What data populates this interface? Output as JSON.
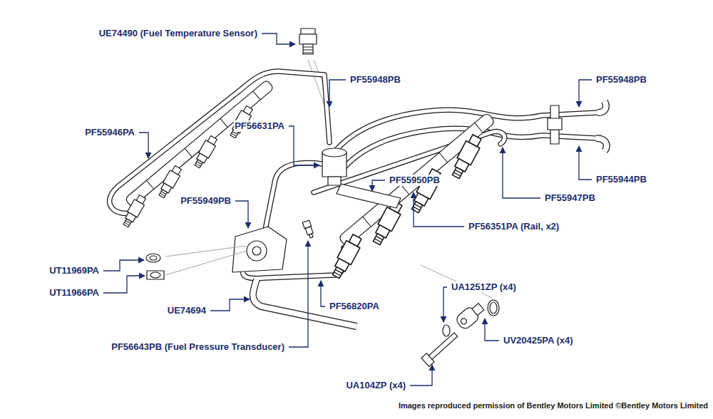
{
  "diagram": {
    "caption": "Images reproduced permission of Bentley Motors Limited ©Bentley Motors Limited",
    "labels": [
      "UE74490 (Fuel Temperature Sensor)",
      "PF55948PB",
      "PF55948PB",
      "PF55946PA",
      "PF56631PA",
      "PF55950PB",
      "PF55944PB",
      "PF55947PB",
      "PF55949PB",
      "PF56351PA (Rail, x2)",
      "UT11969PA",
      "UT11966PA",
      "UA1251ZP (x4)",
      "UE74694",
      "PF56820PA",
      "UV20425PA (x4)",
      "PF56643PB (Fuel Pressure Transducer)",
      "UA104ZP (x4)"
    ]
  }
}
